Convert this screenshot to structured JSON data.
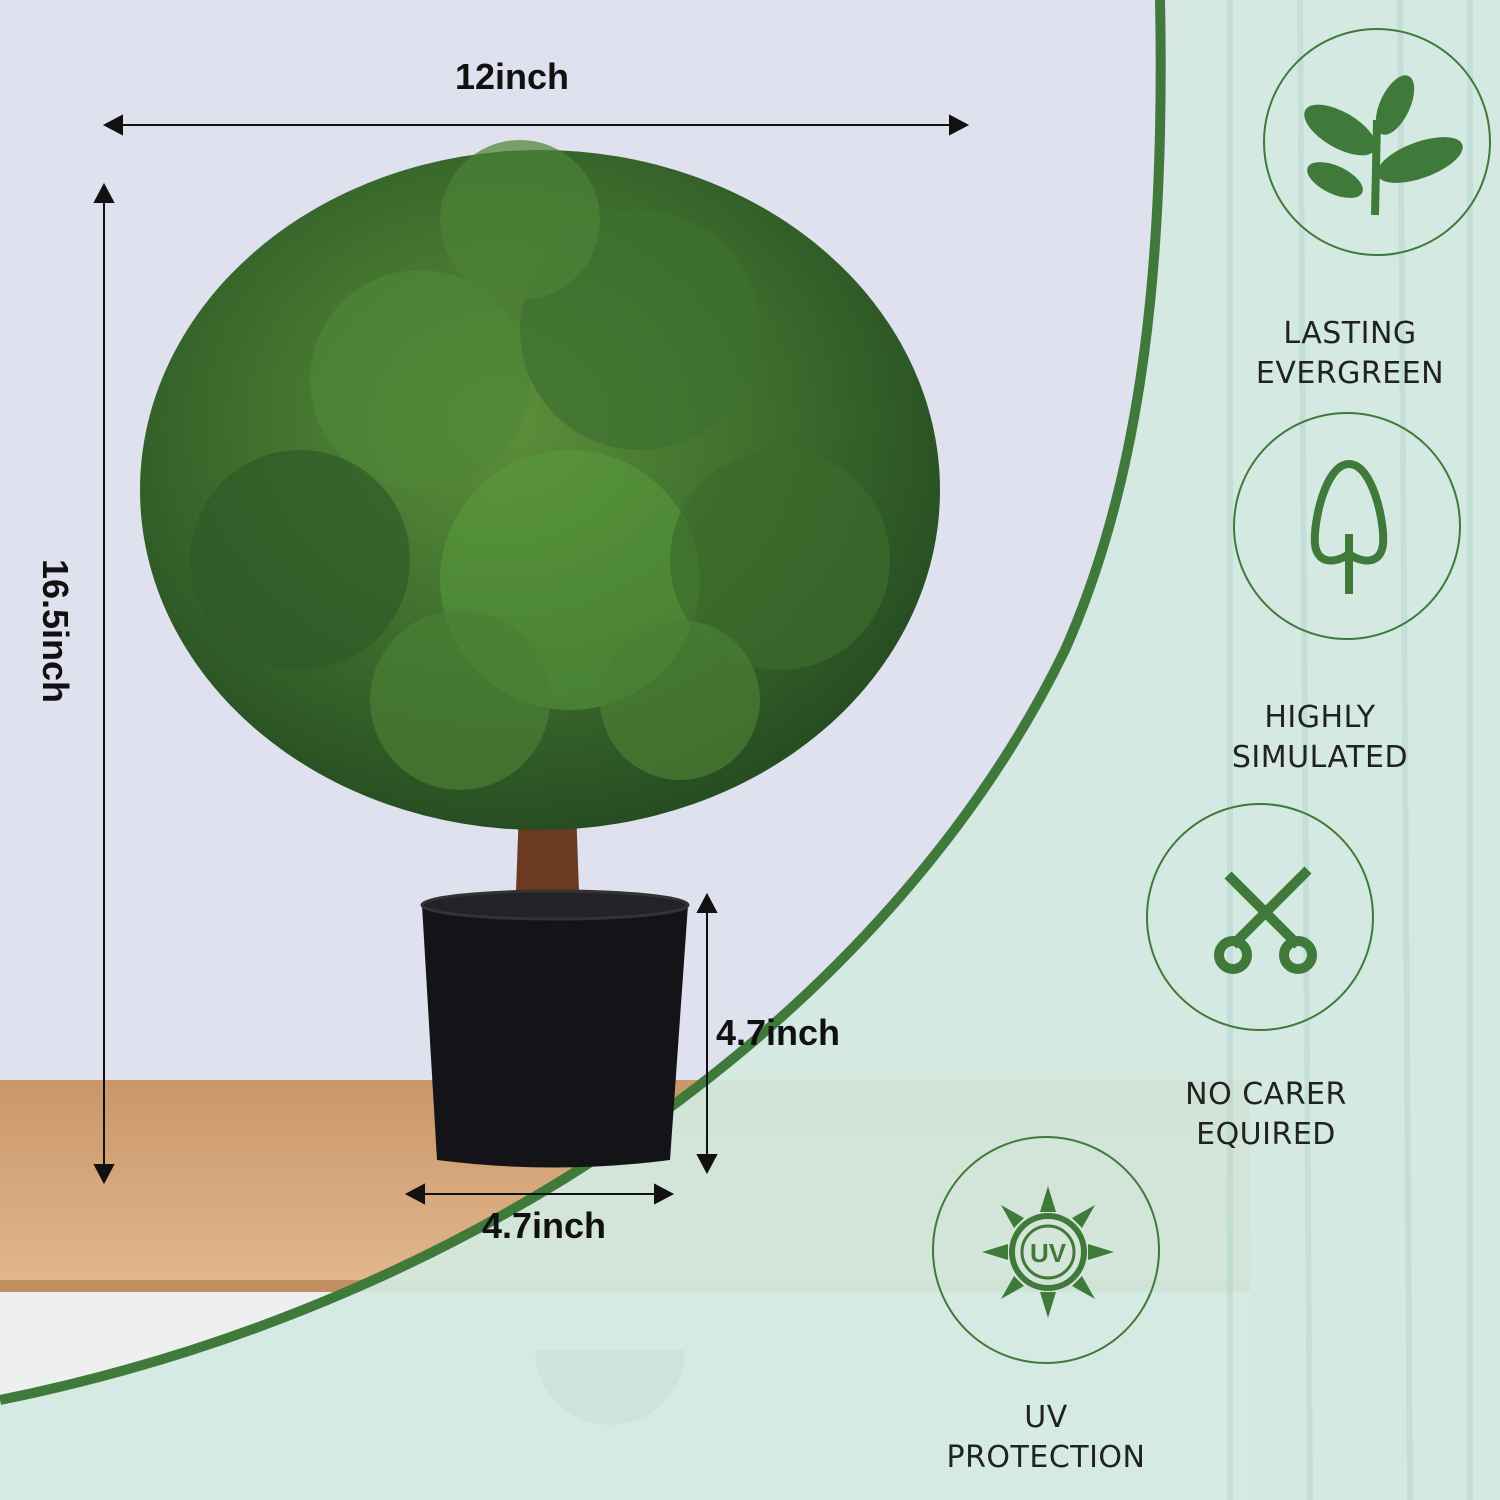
{
  "dimensions": {
    "width": "12inch",
    "height": "16.5inch",
    "pot_height": "4.7inch",
    "pot_width": "4.7inch"
  },
  "features": [
    {
      "icon": "leaf-sprig-icon",
      "line1": "LASTING",
      "line2": "EVERGREEN"
    },
    {
      "icon": "tree-outline-icon",
      "line1": "HIGHLY",
      "line2": "SIMULATED"
    },
    {
      "icon": "scissors-icon",
      "line1": "NO CARER",
      "line2": "EQUIRED"
    },
    {
      "icon": "uv-sun-icon",
      "line1": "UV",
      "line2": "PROTECTION",
      "badge": "UV"
    }
  ],
  "colors": {
    "accent_green": "#3f7a3a",
    "wall": "#dfe1ee",
    "curtain": "#cfe7df",
    "wood": "#d9a878"
  }
}
